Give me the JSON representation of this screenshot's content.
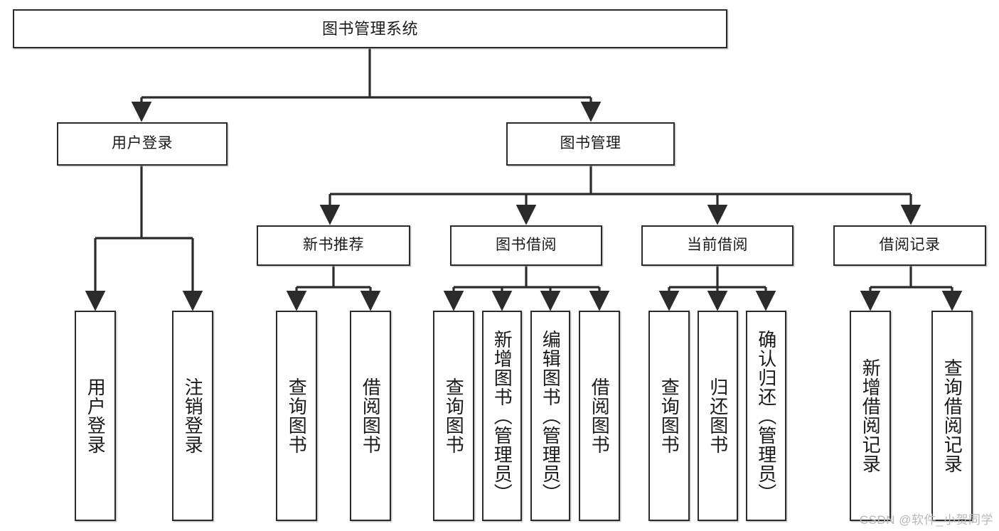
{
  "diagram": {
    "title": "图书管理系统",
    "type": "hierarchy-tree",
    "orientation": "top-down",
    "colors": {
      "background": "#ffffff",
      "node_fill": "#ffffff",
      "node_border": "#2b2b2b",
      "edge": "#2b2b2b",
      "text": "#1a1a1a",
      "watermark": "#b8b8b8"
    },
    "nodes": {
      "root": {
        "label": "图书管理系统"
      },
      "level1": [
        {
          "id": "user-login",
          "label": "用户登录"
        },
        {
          "id": "book-manage",
          "label": "图书管理"
        }
      ],
      "level2": [
        {
          "id": "new-book-recommend",
          "label": "新书推荐"
        },
        {
          "id": "book-borrow",
          "label": "图书借阅"
        },
        {
          "id": "current-borrow",
          "label": "当前借阅"
        },
        {
          "id": "borrow-record",
          "label": "借阅记录"
        }
      ],
      "leaves": [
        {
          "id": "leaf-user-login",
          "label": "用户登录",
          "parent": "user-login"
        },
        {
          "id": "leaf-logout",
          "label": "注销登录",
          "parent": "user-login"
        },
        {
          "id": "leaf-query-book-1",
          "label": "查询图书",
          "parent": "new-book-recommend"
        },
        {
          "id": "leaf-borrow-book-1",
          "label": "借阅图书",
          "parent": "new-book-recommend"
        },
        {
          "id": "leaf-query-book-2",
          "label": "查询图书",
          "parent": "book-borrow"
        },
        {
          "id": "leaf-add-book",
          "label": "新增图书（管理员）",
          "parent": "book-borrow"
        },
        {
          "id": "leaf-edit-book",
          "label": "编辑图书（管理员）",
          "parent": "book-borrow"
        },
        {
          "id": "leaf-borrow-book-2",
          "label": "借阅图书",
          "parent": "book-borrow"
        },
        {
          "id": "leaf-query-book-3",
          "label": "查询图书",
          "parent": "current-borrow"
        },
        {
          "id": "leaf-return-book",
          "label": "归还图书",
          "parent": "current-borrow"
        },
        {
          "id": "leaf-confirm-return",
          "label": "确认归还（管理员）",
          "parent": "current-borrow"
        },
        {
          "id": "leaf-add-record",
          "label": "新增借阅记录",
          "parent": "borrow-record"
        },
        {
          "id": "leaf-query-record",
          "label": "查询借阅记录",
          "parent": "borrow-record"
        }
      ]
    },
    "watermark": "CSDN @软件_小贺同学"
  }
}
